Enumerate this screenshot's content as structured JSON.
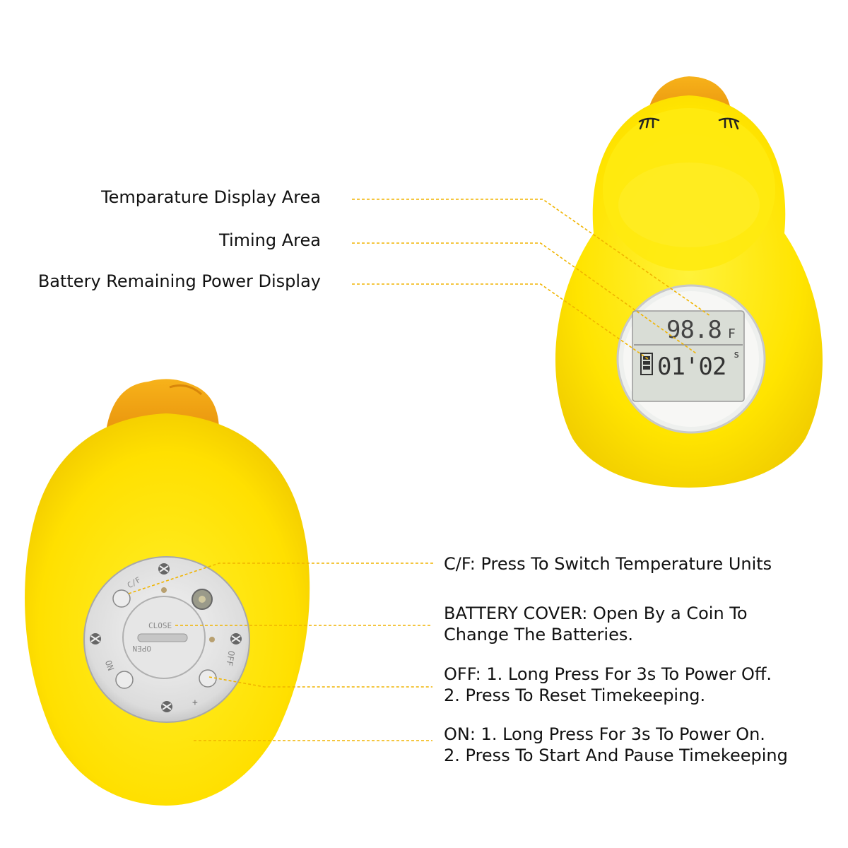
{
  "front_labels": {
    "temperature_display": "Temparature Display Area",
    "timing_area": "Timing Area",
    "battery_display": "Battery Remaining Power Display"
  },
  "back_labels": {
    "cf_button": "C/F: Press To Switch Temperature Units",
    "battery_cover": [
      "BATTERY COVER: Open By a Coin To",
      "Change The Batteries."
    ],
    "off_button": [
      "OFF: 1. Long Press For 3s To Power Off.",
      "2. Press To Reset Timekeeping."
    ],
    "on_button": [
      "ON: 1. Long Press For 3s To Power On.",
      "2. Press To Start And Pause Timekeeping"
    ]
  },
  "lcd": {
    "temperature": "98.8",
    "temp_unit": "F",
    "time": "01'02",
    "time_unit": "s"
  },
  "back_panel": {
    "close_text": "CLOSE",
    "open_text": "OPEN",
    "cf_text": "C/F",
    "on_text": "ON",
    "off_text": "OFF",
    "plus_text": "+"
  },
  "colors": {
    "duck_yellow": "#ffe600",
    "beak_orange": "#f2a313",
    "leader_line": "#f0b400",
    "lcd_bg": "#d9ddd6"
  }
}
